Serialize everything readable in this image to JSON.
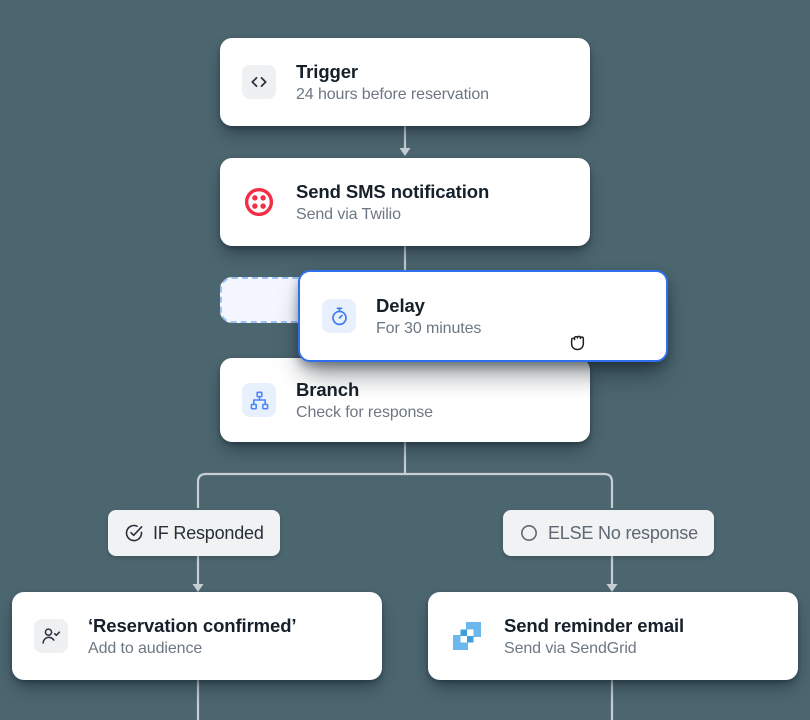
{
  "canvas": {
    "background_color": "#4c6670",
    "accent_color": "#2f6fed"
  },
  "nodes": [
    {
      "id": "trigger",
      "title": "Trigger",
      "subtitle": "24 hours before reservation",
      "icon": "code-brackets-icon",
      "icon_style": "grey"
    },
    {
      "id": "send-sms",
      "title": "Send SMS notification",
      "subtitle": "Send via Twilio",
      "icon": "twilio-logo-icon",
      "icon_style": "plain",
      "icon_color": "#f22f46"
    },
    {
      "id": "delay",
      "title": "Delay",
      "subtitle": "For 30 minutes",
      "icon": "stopwatch-icon",
      "icon_style": "blue",
      "icon_color": "#3b7bf0",
      "state": "dragging"
    },
    {
      "id": "branch",
      "title": "Branch",
      "subtitle": "Check for response",
      "icon": "sitemap-icon",
      "icon_style": "blue",
      "icon_color": "#4a86f7"
    },
    {
      "id": "reservation-confirmed",
      "title": "‘Reservation confirmed’",
      "subtitle": "Add to audience",
      "icon": "user-check-icon",
      "icon_style": "grey"
    },
    {
      "id": "send-reminder-email",
      "title": "Send reminder email",
      "subtitle": "Send via SendGrid",
      "icon": "sendgrid-logo-icon",
      "icon_style": "plain",
      "icon_color": "#51a9e8"
    }
  ],
  "branch_conditions": [
    {
      "id": "if",
      "label": "IF Responded",
      "icon": "check-circle-icon"
    },
    {
      "id": "else",
      "label": "ELSE No response",
      "icon": "empty-circle-icon"
    }
  ],
  "cursor": {
    "type": "grabbing-hand-cursor"
  }
}
